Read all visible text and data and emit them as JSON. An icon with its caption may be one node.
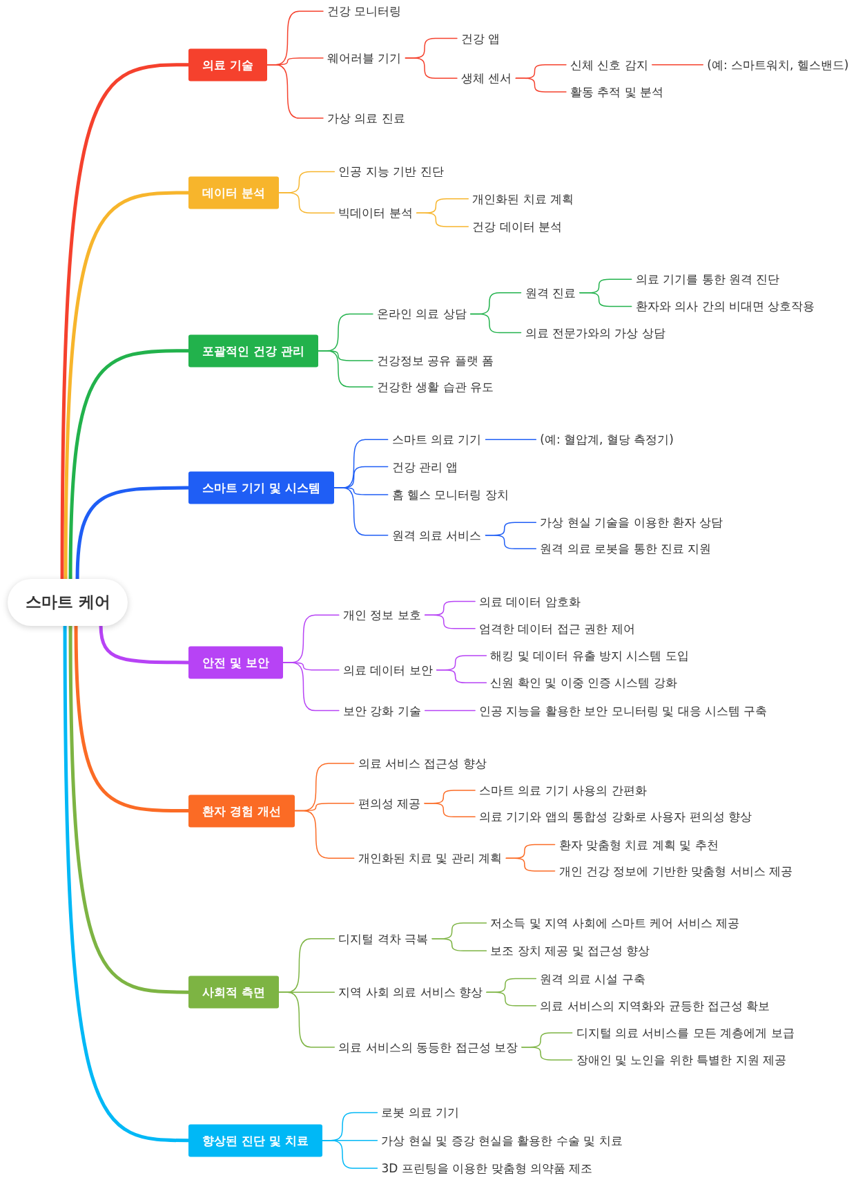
{
  "diagram": {
    "nodes": [
      {
        "text": [
          "스마트 케어"
        ]
      },
      {
        "text": [
          "의료 기술"
        ]
      },
      {
        "text": [
          "건강 모니터링"
        ]
      },
      {
        "text": [
          "웨어러블 기기"
        ]
      },
      {
        "text": [
          "건강 앱"
        ]
      },
      {
        "text": [
          "생체 센서"
        ]
      },
      {
        "text": [
          "신체 신호 감지"
        ]
      },
      {
        "text": [
          "(예: 스마트워치, 헬스밴드)"
        ]
      },
      {
        "text": [
          "활동 추적 및 분석"
        ]
      },
      {
        "text": [
          "가상 의료 진료"
        ]
      },
      {
        "text": [
          "데이터 분석"
        ]
      },
      {
        "text": [
          "인공 지능 기반 진단"
        ]
      },
      {
        "text": [
          "빅데이터 분석"
        ]
      },
      {
        "text": [
          "개인화된 치료 계획"
        ]
      },
      {
        "text": [
          "건강 데이터 분석"
        ]
      },
      {
        "text": [
          "포괄적인 건강 관리"
        ]
      },
      {
        "text": [
          "온라인 의료 상담"
        ]
      },
      {
        "text": [
          "원격 진료"
        ]
      },
      {
        "text": [
          "의료 기기를 통한 원격 진단"
        ]
      },
      {
        "text": [
          "환자와 의사 간의 비대면 상호작용"
        ]
      },
      {
        "text": [
          "의료 전문가와의 가상 상담"
        ]
      },
      {
        "text": [
          "건강정보 공유 플랫 폼"
        ]
      },
      {
        "text": [
          "건강한 생활 습관 유도"
        ]
      },
      {
        "text": [
          "스마트 기기 및 시스템"
        ]
      },
      {
        "text": [
          "스마트 의료 기기"
        ]
      },
      {
        "text": [
          "(예: 혈압계, 혈당 측정기)"
        ]
      },
      {
        "text": [
          "건강 관리 앱"
        ]
      },
      {
        "text": [
          "홈 헬스 모니터링 장치"
        ]
      },
      {
        "text": [
          "원격 의료 서비스"
        ]
      },
      {
        "text": [
          "가상 현실 기술을 이용한 환자 상담"
        ]
      },
      {
        "text": [
          "원격 의료 로봇을 통한 진료 지원"
        ]
      },
      {
        "text": [
          "안전 및 보안"
        ]
      },
      {
        "text": [
          "개인 정보 보호"
        ]
      },
      {
        "text": [
          "의료 데이터 암호화"
        ]
      },
      {
        "text": [
          "엄격한 데이터 접근 권한 제어"
        ]
      },
      {
        "text": [
          "의료 데이터 보안"
        ]
      },
      {
        "text": [
          "해킹 및 데이터 유출 방지 시스템 도입"
        ]
      },
      {
        "text": [
          "신원 확인 및 이중 인증 시스템 강화"
        ]
      },
      {
        "text": [
          "보안 강화 기술"
        ]
      },
      {
        "text": [
          "인공 지능을 활용한 보안 모니터링 및 대응 시스템 구축"
        ]
      },
      {
        "text": [
          "환자 경험 개선"
        ]
      },
      {
        "text": [
          "의료 서비스 접근성 향상"
        ]
      },
      {
        "text": [
          "편의성 제공"
        ]
      },
      {
        "text": [
          "스마트 의료 기기 사용의 간편화"
        ]
      },
      {
        "text": [
          "의료 기기와 앱의 통합성 강화로 사용자 편의성 향상"
        ]
      },
      {
        "text": [
          "개인화된 치료 및 관리 계획"
        ]
      },
      {
        "text": [
          "환자 맞춤형 치료 계획 및 추천"
        ]
      },
      {
        "text": [
          "개인 건강 정보에 기반한 맞춤형 서비스 제공"
        ]
      },
      {
        "text": [
          "사회적 측면"
        ]
      },
      {
        "text": [
          "디지털 격차 극복"
        ]
      },
      {
        "text": [
          "저소득 및 지역 사회에 스마트 케어 서비스 제공"
        ]
      },
      {
        "text": [
          "보조 장치 제공 및 접근성 향상"
        ]
      },
      {
        "text": [
          "지역 사회 의료 서비스 향상"
        ]
      },
      {
        "text": [
          "원격 의료 시설 구축"
        ]
      },
      {
        "text": [
          "의료 서비스의 지역화와 균등한 접근성 확보"
        ]
      },
      {
        "text": [
          "의료 서비스의 동등한 접근성 보장"
        ]
      },
      {
        "text": [
          "디지털 의료 서비스를 모든 계층에게 보급"
        ]
      },
      {
        "text": [
          "장애인 및 노인을 위한 특별한 지원 제공"
        ]
      },
      {
        "text": [
          "향상된 진단 및 치료"
        ]
      },
      {
        "text": [
          "로봇 의료 기기"
        ]
      },
      {
        "text": [
          "가상 현실 및 증강 현실을 활용한 수술 및 치료"
        ]
      },
      {
        "text": [
          "3D 프린팅을 이용한 맞춤형 의약품 제조"
        ]
      }
    ],
    "edges": [
      {
        "from": 0,
        "to": 1,
        "arrow": "none",
        "style": "thick",
        "color": "#f5412d"
      },
      {
        "from": 1,
        "to": 2,
        "arrow": "none",
        "color": "#f5412d"
      },
      {
        "from": 1,
        "to": 3,
        "arrow": "none",
        "color": "#f5412d"
      },
      {
        "from": 3,
        "to": 4,
        "arrow": "none",
        "color": "#f5412d"
      },
      {
        "from": 3,
        "to": 5,
        "arrow": "none",
        "color": "#f5412d"
      },
      {
        "from": 5,
        "to": 6,
        "arrow": "none",
        "color": "#f5412d"
      },
      {
        "from": 6,
        "to": 7,
        "arrow": "none",
        "color": "#f5412d"
      },
      {
        "from": 5,
        "to": 8,
        "arrow": "none",
        "color": "#f5412d"
      },
      {
        "from": 1,
        "to": 9,
        "arrow": "none",
        "color": "#f5412d"
      },
      {
        "from": 0,
        "to": 10,
        "arrow": "none",
        "style": "thick",
        "color": "#f7b52c"
      },
      {
        "from": 10,
        "to": 11,
        "arrow": "none",
        "color": "#f7b52c"
      },
      {
        "from": 10,
        "to": 12,
        "arrow": "none",
        "color": "#f7b52c"
      },
      {
        "from": 12,
        "to": 13,
        "arrow": "none",
        "color": "#f7b52c"
      },
      {
        "from": 12,
        "to": 14,
        "arrow": "none",
        "color": "#f7b52c"
      },
      {
        "from": 0,
        "to": 15,
        "arrow": "none",
        "style": "thick",
        "color": "#22b24c"
      },
      {
        "from": 15,
        "to": 16,
        "arrow": "none",
        "color": "#22b24c"
      },
      {
        "from": 16,
        "to": 17,
        "arrow": "none",
        "color": "#22b24c"
      },
      {
        "from": 17,
        "to": 18,
        "arrow": "none",
        "color": "#22b24c"
      },
      {
        "from": 17,
        "to": 19,
        "arrow": "none",
        "color": "#22b24c"
      },
      {
        "from": 16,
        "to": 20,
        "arrow": "none",
        "color": "#22b24c"
      },
      {
        "from": 15,
        "to": 21,
        "arrow": "none",
        "color": "#22b24c"
      },
      {
        "from": 15,
        "to": 22,
        "arrow": "none",
        "color": "#22b24c"
      },
      {
        "from": 0,
        "to": 23,
        "arrow": "none",
        "style": "thick",
        "color": "#1f5ef5"
      },
      {
        "from": 23,
        "to": 24,
        "arrow": "none",
        "color": "#1f5ef5"
      },
      {
        "from": 24,
        "to": 25,
        "arrow": "none",
        "color": "#1f5ef5"
      },
      {
        "from": 23,
        "to": 26,
        "arrow": "none",
        "color": "#1f5ef5"
      },
      {
        "from": 23,
        "to": 27,
        "arrow": "none",
        "color": "#1f5ef5"
      },
      {
        "from": 23,
        "to": 28,
        "arrow": "none",
        "color": "#1f5ef5"
      },
      {
        "from": 28,
        "to": 29,
        "arrow": "none",
        "color": "#1f5ef5"
      },
      {
        "from": 28,
        "to": 30,
        "arrow": "none",
        "color": "#1f5ef5"
      },
      {
        "from": 0,
        "to": 31,
        "arrow": "none",
        "style": "thick",
        "color": "#b743f5"
      },
      {
        "from": 31,
        "to": 32,
        "arrow": "none",
        "color": "#b743f5"
      },
      {
        "from": 32,
        "to": 33,
        "arrow": "none",
        "color": "#b743f5"
      },
      {
        "from": 32,
        "to": 34,
        "arrow": "none",
        "color": "#b743f5"
      },
      {
        "from": 31,
        "to": 35,
        "arrow": "none",
        "color": "#b743f5"
      },
      {
        "from": 35,
        "to": 36,
        "arrow": "none",
        "color": "#b743f5"
      },
      {
        "from": 35,
        "to": 37,
        "arrow": "none",
        "color": "#b743f5"
      },
      {
        "from": 31,
        "to": 38,
        "arrow": "none",
        "color": "#b743f5"
      },
      {
        "from": 38,
        "to": 39,
        "arrow": "none",
        "color": "#b743f5"
      },
      {
        "from": 0,
        "to": 40,
        "arrow": "none",
        "style": "thick",
        "color": "#fb6b25"
      },
      {
        "from": 40,
        "to": 41,
        "arrow": "none",
        "color": "#fb6b25"
      },
      {
        "from": 40,
        "to": 42,
        "arrow": "none",
        "color": "#fb6b25"
      },
      {
        "from": 42,
        "to": 43,
        "arrow": "none",
        "color": "#fb6b25"
      },
      {
        "from": 42,
        "to": 44,
        "arrow": "none",
        "color": "#fb6b25"
      },
      {
        "from": 40,
        "to": 45,
        "arrow": "none",
        "color": "#fb6b25"
      },
      {
        "from": 45,
        "to": 46,
        "arrow": "none",
        "color": "#fb6b25"
      },
      {
        "from": 45,
        "to": 47,
        "arrow": "none",
        "color": "#fb6b25"
      },
      {
        "from": 0,
        "to": 48,
        "arrow": "none",
        "style": "thick",
        "color": "#7db443"
      },
      {
        "from": 48,
        "to": 49,
        "arrow": "none",
        "color": "#7db443"
      },
      {
        "from": 49,
        "to": 50,
        "arrow": "none",
        "color": "#7db443"
      },
      {
        "from": 49,
        "to": 51,
        "arrow": "none",
        "color": "#7db443"
      },
      {
        "from": 48,
        "to": 52,
        "arrow": "none",
        "color": "#7db443"
      },
      {
        "from": 52,
        "to": 53,
        "arrow": "none",
        "color": "#7db443"
      },
      {
        "from": 52,
        "to": 54,
        "arrow": "none",
        "color": "#7db443"
      },
      {
        "from": 48,
        "to": 55,
        "arrow": "none",
        "color": "#7db443"
      },
      {
        "from": 55,
        "to": 56,
        "arrow": "none",
        "color": "#7db443"
      },
      {
        "from": 55,
        "to": 57,
        "arrow": "none",
        "color": "#7db443"
      },
      {
        "from": 0,
        "to": 58,
        "arrow": "none",
        "style": "thick",
        "color": "#00b8f6"
      },
      {
        "from": 58,
        "to": 59,
        "arrow": "none",
        "color": "#00b8f6"
      },
      {
        "from": 58,
        "to": 60,
        "arrow": "none",
        "color": "#00b8f6"
      },
      {
        "from": 58,
        "to": 61,
        "arrow": "none",
        "color": "#00b8f6"
      }
    ]
  }
}
